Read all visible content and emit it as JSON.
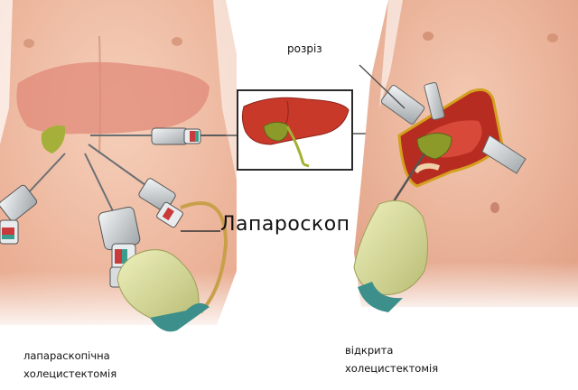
{
  "labels": {
    "laparoscope": "Лапароскоп",
    "incision": "розріз",
    "laparoscopic_line1": "лапараскопічна",
    "laparoscopic_line2": "холецистектомія",
    "open_line1": "відкрита",
    "open_line2": "холецистектомія"
  },
  "colors": {
    "skin": "#f2c1a8",
    "liver": "#c8392a",
    "gallbladder": "#8c9a2a",
    "glove": "#d9dc9a",
    "instrument": "#cfd3d6",
    "frame": "#d4a020"
  }
}
